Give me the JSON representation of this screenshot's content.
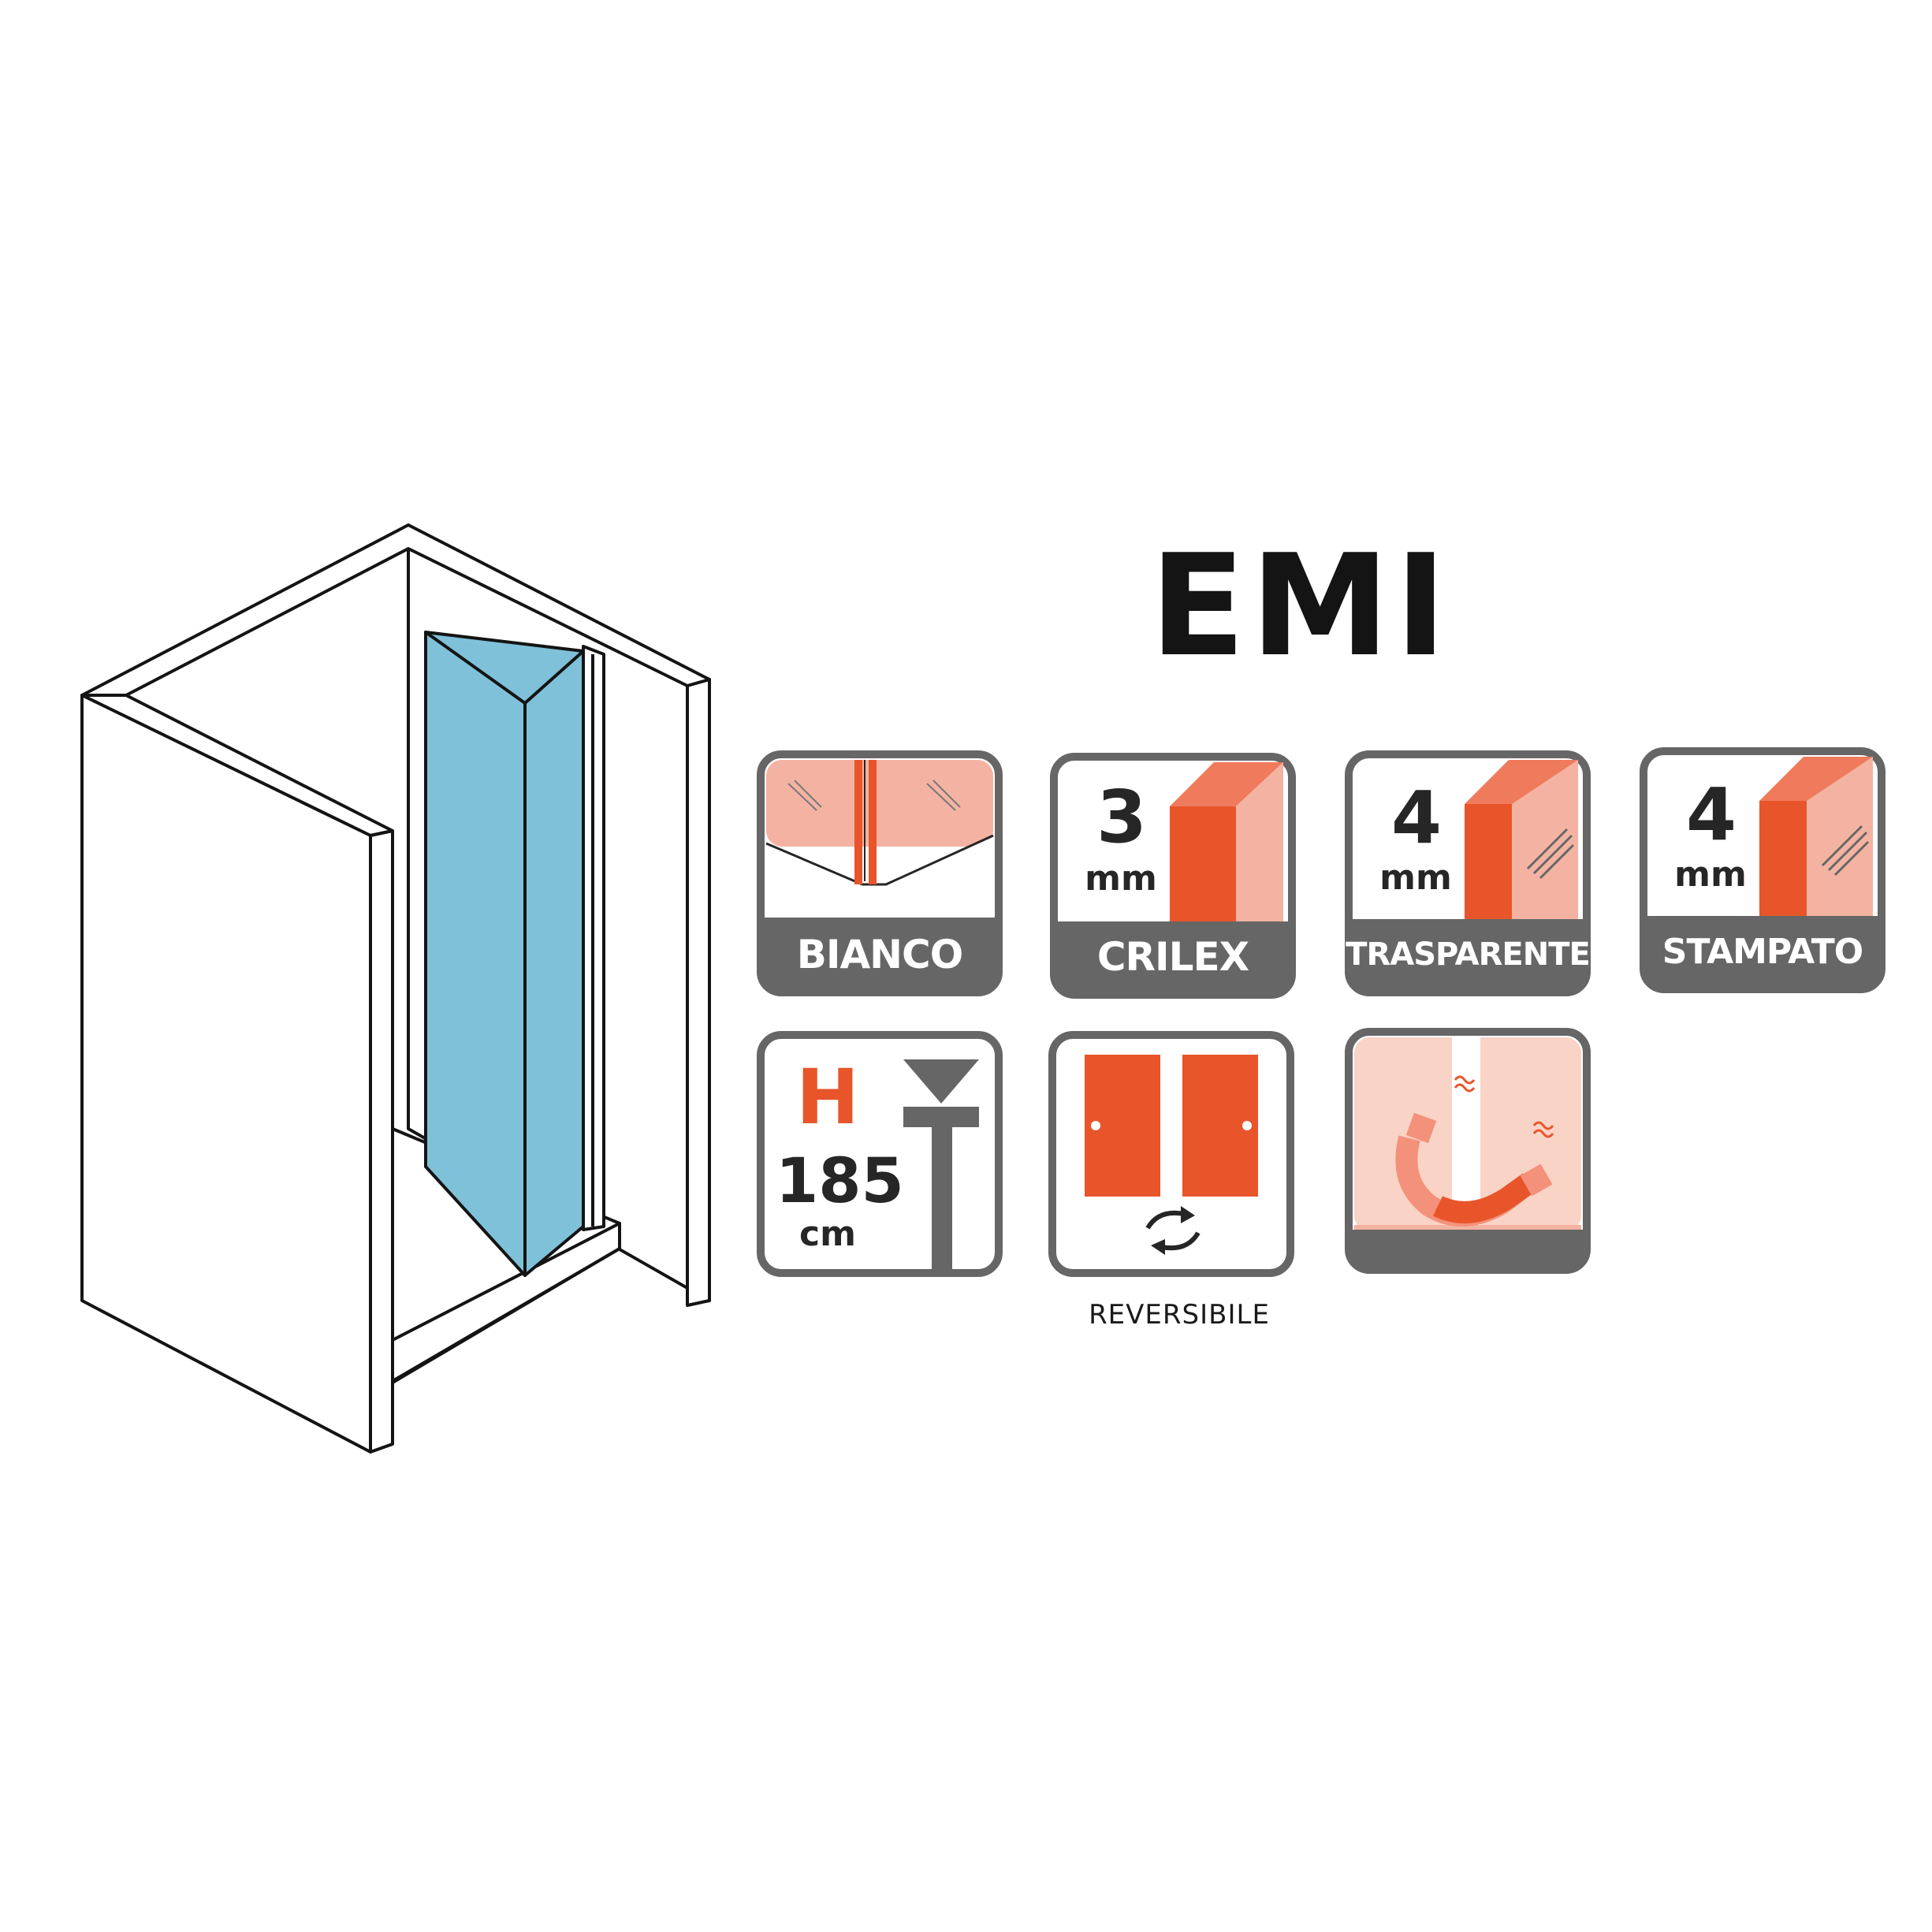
{
  "title": "EMI",
  "colors": {
    "accent": "#E8552B",
    "salmon": "#F4B3A2",
    "pale_salmon": "#F9D3C6",
    "badge_bar": "#666666",
    "glass_blue": "#7FC1D8",
    "outline": "#141414"
  },
  "illustration": {
    "icon": "shower-enclosure-drawing"
  },
  "badges": {
    "bianco": {
      "label": "BIANCO",
      "icon": "profile-color-icon"
    },
    "crilex": {
      "thickness": "3",
      "unit": "mm",
      "label": "CRILEX",
      "icon": "panel-thickness-icon"
    },
    "trasparente": {
      "thickness": "4",
      "unit": "mm",
      "label": "TRASPARENTE",
      "icon": "glass-thickness-icon"
    },
    "stampato": {
      "thickness": "4",
      "unit": "mm",
      "label": "STAMPATO",
      "icon": "printed-glass-icon"
    },
    "height": {
      "letter": "H",
      "value": "185",
      "unit": "cm",
      "icon": "height-icon"
    },
    "reversible": {
      "caption": "REVERSIBILE",
      "icon": "reversible-doors-icon"
    },
    "magnetic": {
      "icon": "magnetic-closure-icon"
    }
  }
}
